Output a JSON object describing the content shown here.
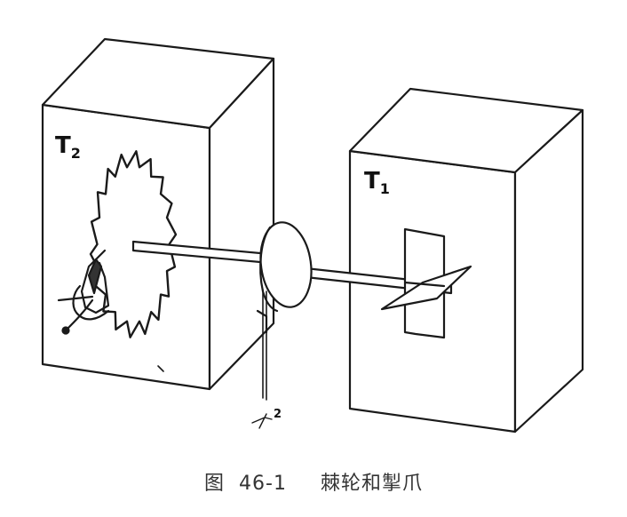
{
  "labels": {
    "box_left": "T2",
    "box_right": "T1",
    "small_mark": "2"
  },
  "caption": {
    "figure_prefix": "图",
    "figure_number": "46-1",
    "title": "棘轮和掣爪"
  }
}
